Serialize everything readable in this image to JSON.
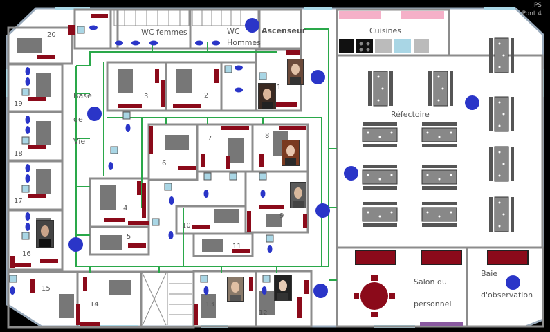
{
  "header": {
    "site": "JPS",
    "deck": "Pont 4"
  },
  "labels": {
    "wc_femmes": "WC femmes",
    "wc_hommes_1": "WC",
    "wc_hommes_2": "Hommes",
    "ascenseur": "Ascenseur",
    "cuisines": "Cuisines",
    "refectoire": "Réfectoire",
    "base_1": "Base",
    "base_2": "de",
    "base_3": "Vie",
    "salon_1": "Salon du",
    "salon_2": "personnel",
    "baie_1": "Baie",
    "baie_2": "d'observation"
  },
  "rooms": [
    "1",
    "2",
    "3",
    "4",
    "5",
    "6",
    "7",
    "8",
    "9",
    "10",
    "11",
    "12",
    "13",
    "14",
    "15",
    "16",
    "17",
    "18",
    "19",
    "20"
  ],
  "colors": {
    "wall": "#8c8c8c",
    "bed_red": "#8b0a1a",
    "corridor": "#2aa84a",
    "marker": "#2a35c8",
    "furniture": "#777777",
    "window": "#a9d6e5",
    "kitchen_pink": "#f5b0c8"
  },
  "icons": {
    "crew": "portrait-icon",
    "poi": "marker-dot-icon"
  }
}
